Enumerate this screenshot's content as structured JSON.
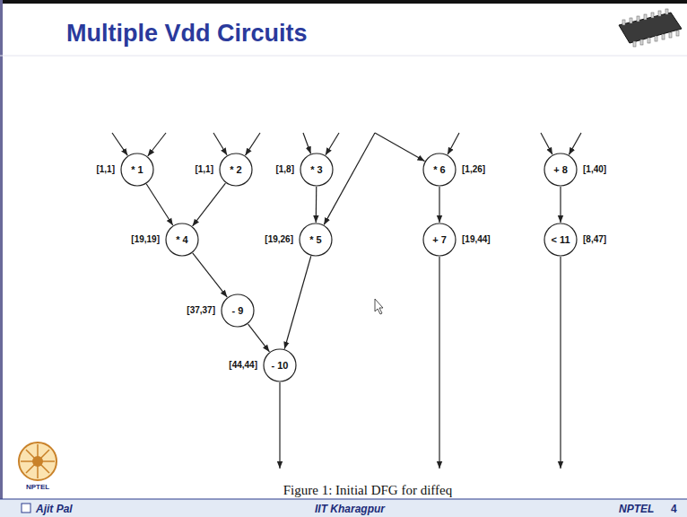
{
  "diagram": {
    "title": "Multiple Vdd Circuits",
    "caption": "Figure 1: Initial DFG for diffeq",
    "nodes": [
      {
        "text": [
          "* 1",
          "[1,1]"
        ]
      },
      {
        "text": [
          "* 2",
          "[1,1]"
        ]
      },
      {
        "text": [
          "* 3",
          "[1,8]"
        ]
      },
      {
        "text": [
          "* 6",
          "[1,26]"
        ]
      },
      {
        "text": [
          "+ 8",
          "[1,40]"
        ]
      },
      {
        "text": [
          "* 4",
          "[19,19]"
        ]
      },
      {
        "text": [
          "* 5",
          "[19,26]"
        ]
      },
      {
        "text": [
          "+ 7",
          "[19,44]"
        ]
      },
      {
        "text": [
          "< 11",
          "[8,47]"
        ]
      },
      {
        "text": [
          "- 9",
          "[37,37]"
        ]
      },
      {
        "text": [
          "- 10",
          "[44,44]"
        ]
      }
    ],
    "edges": [
      {
        "from": 0,
        "to": 5,
        "arrow": "to"
      },
      {
        "from": 1,
        "to": 5,
        "arrow": "to"
      },
      {
        "from": 2,
        "to": 6,
        "arrow": "to"
      },
      {
        "from": 3,
        "to": 7,
        "arrow": "to"
      },
      {
        "from": 4,
        "to": 8,
        "arrow": "to"
      },
      {
        "from": 5,
        "to": 9,
        "arrow": "to"
      },
      {
        "from": 9,
        "to": 10,
        "arrow": "to"
      },
      {
        "from": 6,
        "to": 10,
        "arrow": "to"
      }
    ],
    "labels": [
      "NPTEL",
      "Ajit Pal",
      "IIT Kharagpur",
      "NPTEL",
      "4"
    ]
  }
}
